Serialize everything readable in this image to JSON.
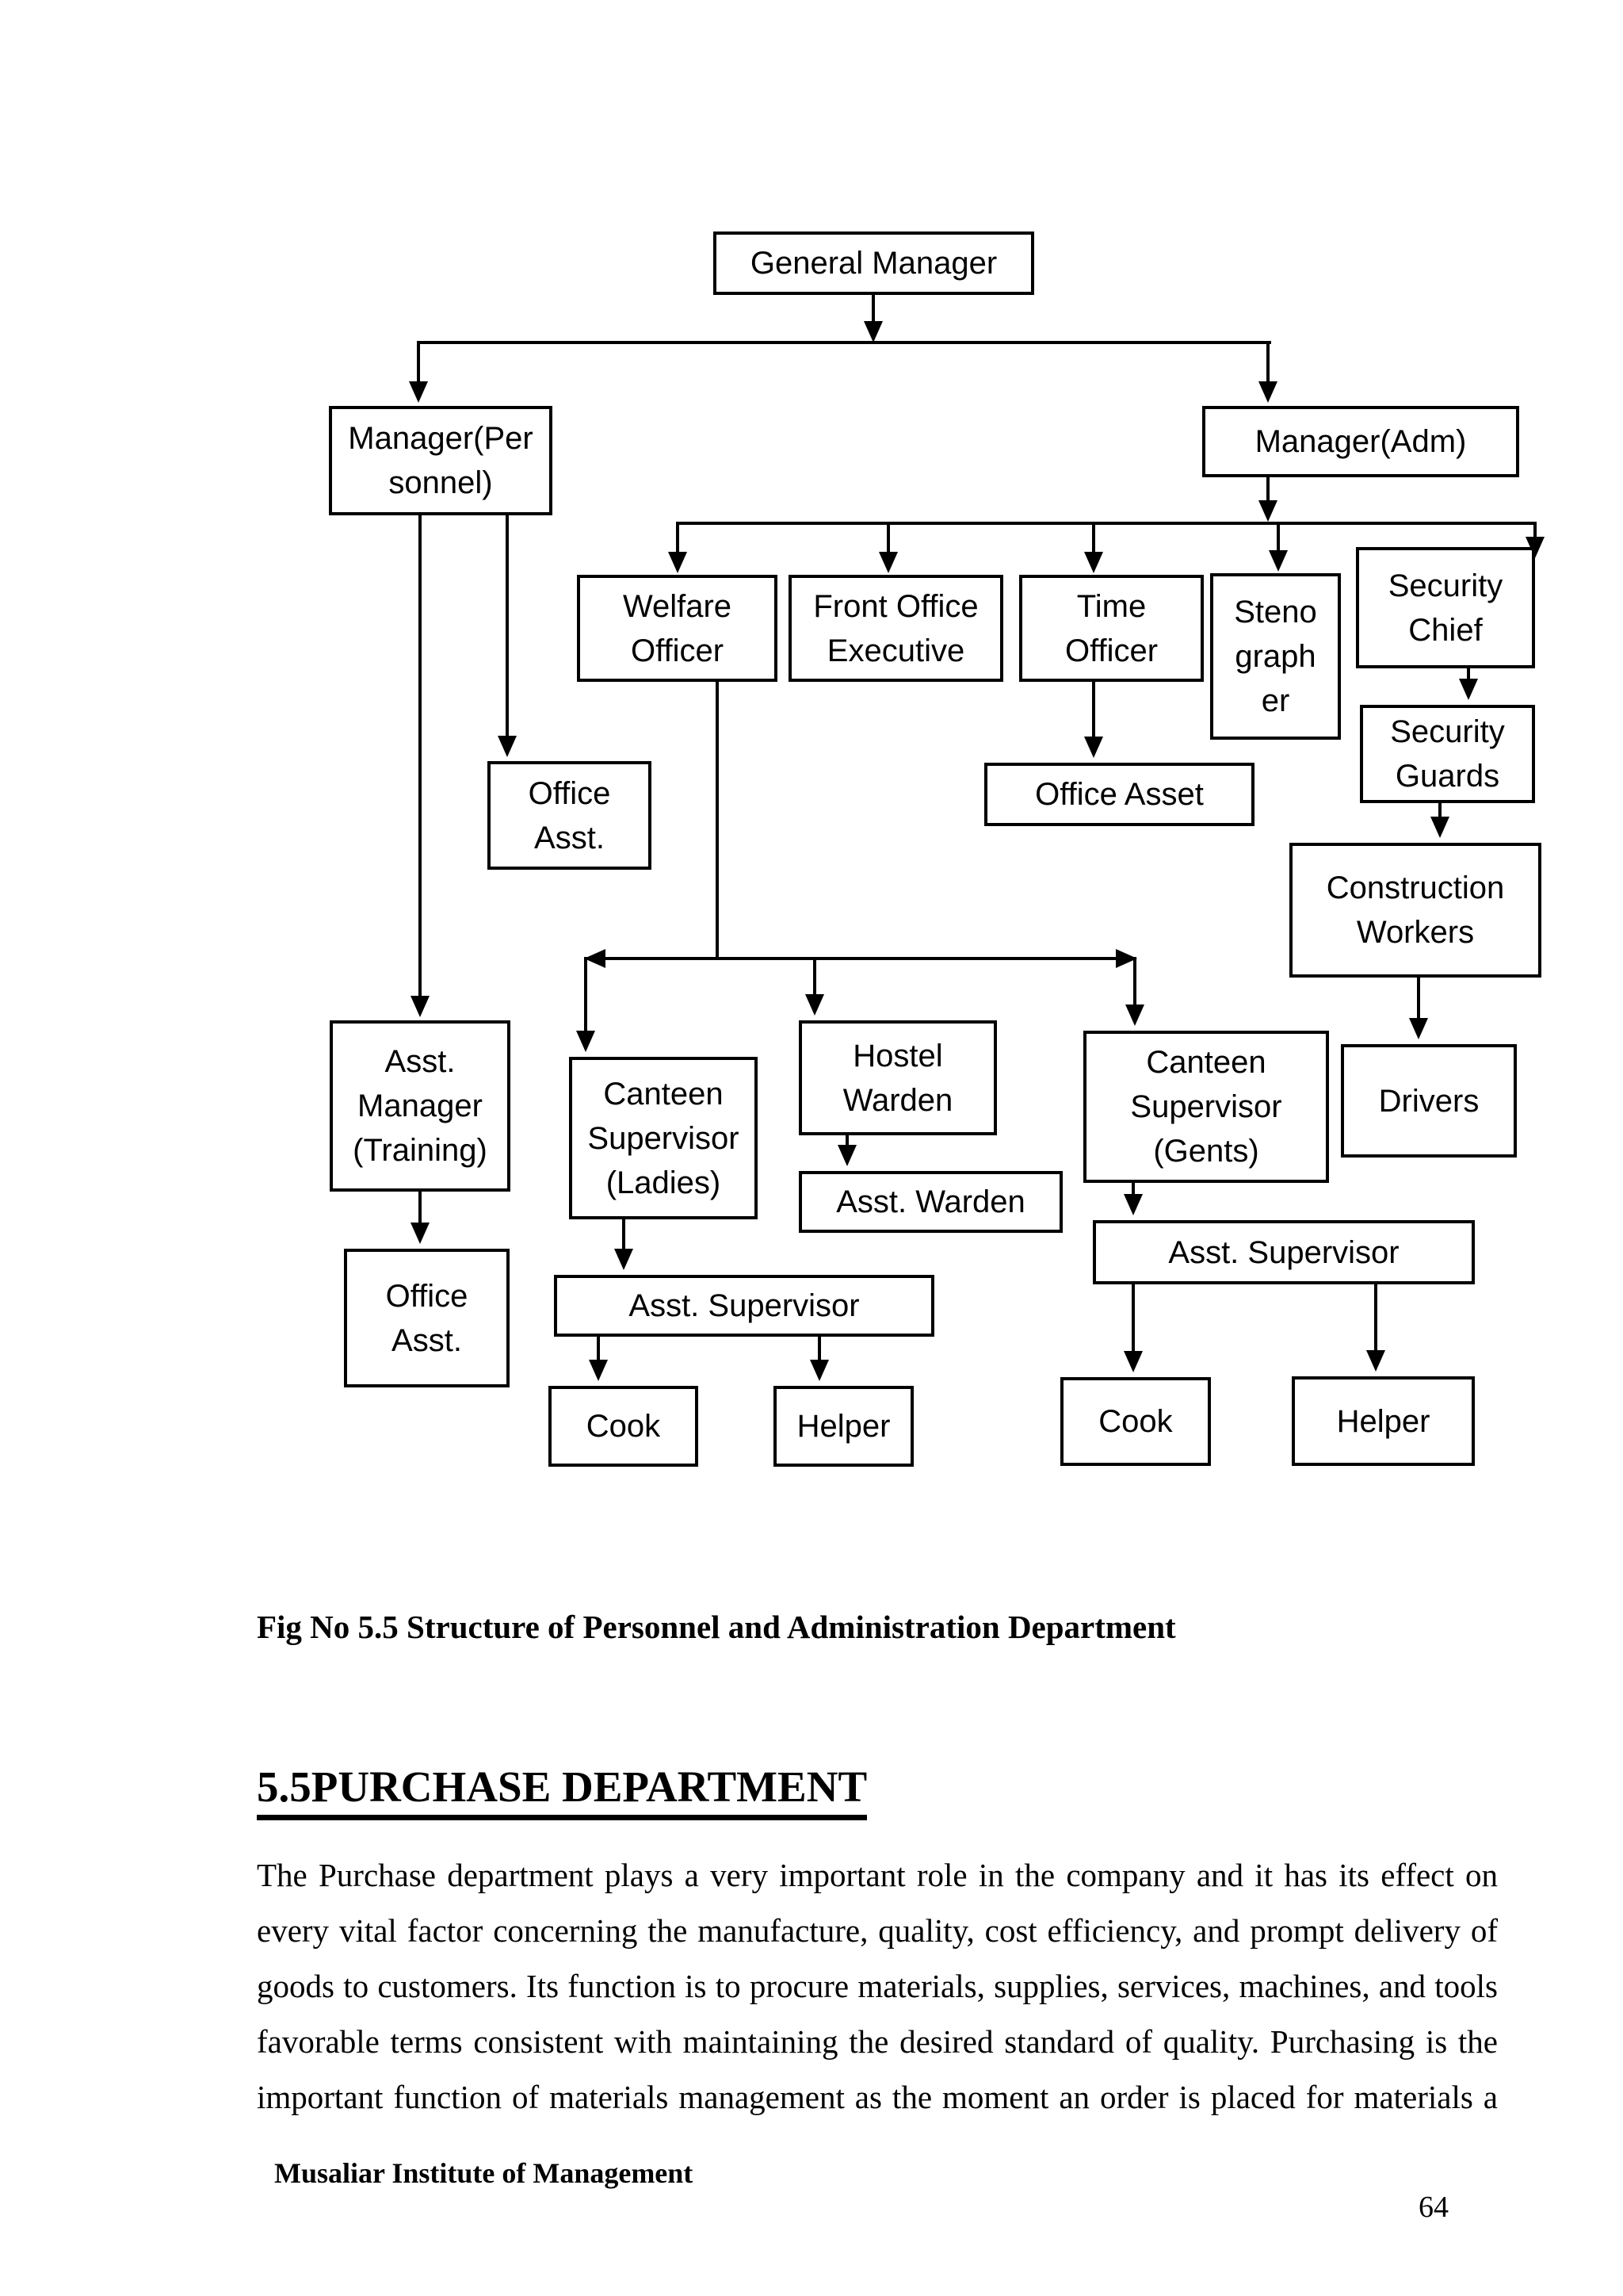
{
  "colors": {
    "ink": "#000000",
    "paper": "#ffffff"
  },
  "diagram": {
    "nodes": [
      {
        "id": "general-manager",
        "label": "General Manager"
      },
      {
        "id": "manager-personnel",
        "label": "Manager(Per\nsonnel)"
      },
      {
        "id": "manager-adm",
        "label": "Manager(Adm)"
      },
      {
        "id": "welfare-officer",
        "label": "Welfare\nOfficer"
      },
      {
        "id": "front-office-executive",
        "label": "Front Office\nExecutive"
      },
      {
        "id": "time-officer",
        "label": "Time\nOfficer"
      },
      {
        "id": "stenographer",
        "label": "Steno\ngraph\ner"
      },
      {
        "id": "security-chief",
        "label": "Security\nChief"
      },
      {
        "id": "security-guards",
        "label": "Security\nGuards"
      },
      {
        "id": "office-asset",
        "label": "Office Asset"
      },
      {
        "id": "office-asst-1",
        "label": "Office\nAsst."
      },
      {
        "id": "construction-workers",
        "label": "Construction\nWorkers"
      },
      {
        "id": "drivers",
        "label": "Drivers"
      },
      {
        "id": "asst-manager-training",
        "label": "Asst.\nManager\n(Training)"
      },
      {
        "id": "office-asst-2",
        "label": "Office\nAsst."
      },
      {
        "id": "canteen-supervisor-ladies",
        "label": "Canteen\nSupervisor\n(Ladies)"
      },
      {
        "id": "hostel-warden",
        "label": "Hostel\nWarden"
      },
      {
        "id": "asst-warden",
        "label": "Asst. Warden"
      },
      {
        "id": "canteen-supervisor-gents",
        "label": "Canteen\nSupervisor\n(Gents)"
      },
      {
        "id": "asst-supervisor-left",
        "label": "Asst. Supervisor"
      },
      {
        "id": "cook-left",
        "label": "Cook"
      },
      {
        "id": "helper-left",
        "label": "Helper"
      },
      {
        "id": "asst-supervisor-right",
        "label": "Asst. Supervisor"
      },
      {
        "id": "cook-right",
        "label": "Cook"
      },
      {
        "id": "helper-right",
        "label": "Helper"
      }
    ]
  },
  "caption": "Fig No 5.5 Structure of Personnel and Administration Department",
  "section": {
    "heading": "5.5PURCHASE DEPARTMENT"
  },
  "paragraph": {
    "lines": [
      "The Purchase department plays a very important role in the company and it has its effect on",
      "every vital factor concerning the manufacture, quality, cost efficiency, and prompt delivery of",
      "goods to customers. Its function is to procure materials, supplies, services, machines, and tools",
      "favorable terms consistent with maintaining the desired standard of quality. Purchasing is the",
      "important function of materials management as the moment an order is placed for materials a"
    ]
  },
  "footer": {
    "institute": "Musaliar Institute of Management",
    "page_number": "64"
  }
}
